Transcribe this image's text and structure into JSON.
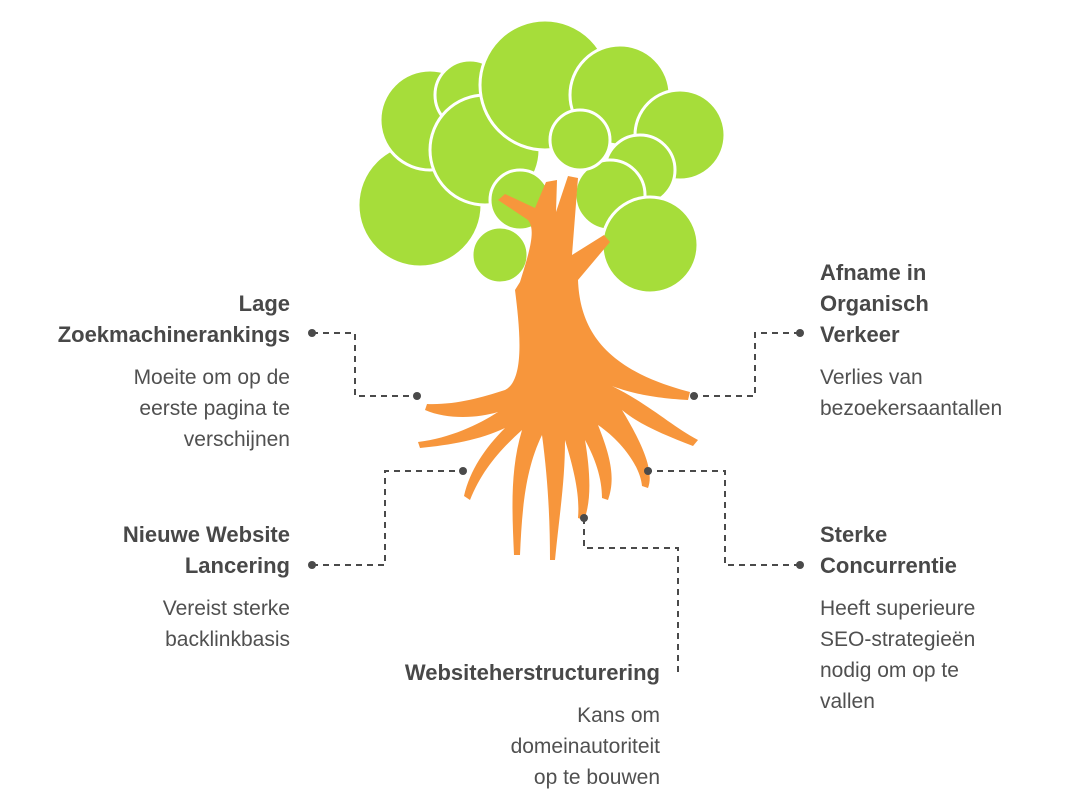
{
  "diagram": {
    "items": [
      {
        "id": "lage",
        "title": "Lage\nZoekmachinerankings",
        "description": "Moeite om op de\neerste pagina te\nverschijnen"
      },
      {
        "id": "nieuw",
        "title": "Nieuwe Website\nLancering",
        "description": "Vereist sterke\nbacklinkbasis"
      },
      {
        "id": "herstruct",
        "title": "Websiteherstructurering",
        "description": "Kans om\ndomeinautoriteit\nop te bouwen"
      },
      {
        "id": "afname",
        "title": "Afname in\nOrganisch\nVerkeer",
        "description": "Verlies van\nbezoekersaantallen"
      },
      {
        "id": "sterk",
        "title": "Sterke\nConcurrentie",
        "description": "Heeft superieure\nSEO-strategieën\nnodig om op te\nvallen"
      }
    ]
  },
  "colors": {
    "foliage": "#a6dd3a",
    "trunk": "#f7963c",
    "text": "#484848",
    "connector": "#4a4a4a"
  },
  "icons": {
    "tree": "tree-icon"
  }
}
